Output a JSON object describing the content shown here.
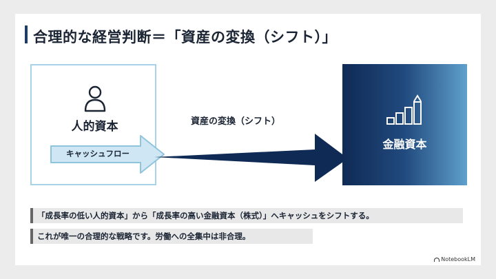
{
  "title": "合理的な経営判断＝「資産の変換（シフト）」",
  "left": {
    "label": "人的資本",
    "icon": "person-icon",
    "flow_label": "キャッシュフロー"
  },
  "arrow": {
    "label": "資産の変換（シフト）"
  },
  "right": {
    "label": "金融資本",
    "icon": "growth-chart-icon"
  },
  "notes": [
    "「成長率の低い人的資本」から「成長率の高い金融資本（株式）」へキャッシュをシフトする。",
    "これが唯一の合理的な戦略です。労働への全集中は非合理。"
  ],
  "brand": "NotebookLM",
  "colors": {
    "title_accent": "#1f3c66",
    "left_border": "#a6d3e6",
    "flow_fill": "#cfe7f4",
    "shift_arrow": "#0f2a55",
    "right_dark": "#0f2a55",
    "right_light": "#5fa0cd",
    "note_bg": "#e8e8e8"
  }
}
